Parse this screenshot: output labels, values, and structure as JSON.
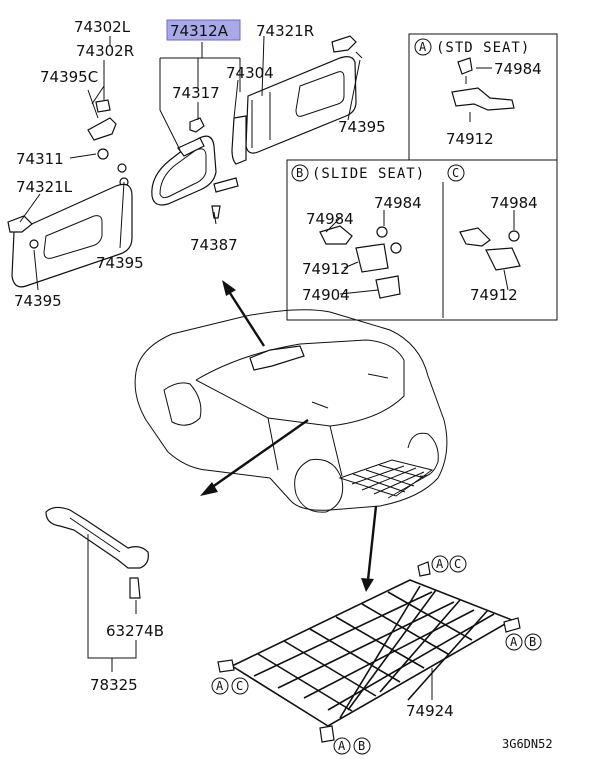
{
  "diagram": {
    "highlight_color": "#a9a9e8",
    "labels": {
      "p74302L": "74302L",
      "p74312A": "74312A",
      "p74321R": "74321R",
      "p74302R": "74302R",
      "p74395C": "74395C",
      "p74304": "74304",
      "p74317": "74317",
      "p74395_right": "74395",
      "p74311": "74311",
      "p74321L": "74321L",
      "p74395_left_mid": "74395",
      "p74395_left_bot": "74395",
      "p74387": "74387",
      "p74984_a": "74984",
      "p74912_a": "74912",
      "p74984_b1": "74984",
      "p74984_b2": "74984",
      "p74912_b": "74912",
      "p74904": "74904",
      "p74984_c": "74984",
      "p74912_c": "74912",
      "p63274B": "63274B",
      "p78325": "78325",
      "p74924": "74924"
    },
    "box_std": {
      "circle": "A",
      "title": "(STD SEAT)"
    },
    "box_slide": {
      "circle_b": "B",
      "title": "(SLIDE SEAT)",
      "circle_c": "C"
    },
    "callouts": {
      "net_top": [
        "A",
        "C"
      ],
      "net_right": [
        "A",
        "B"
      ],
      "net_left": [
        "A",
        "C"
      ],
      "net_bottom": [
        "A",
        "B"
      ]
    },
    "diagram_code": "3G6DN52"
  }
}
